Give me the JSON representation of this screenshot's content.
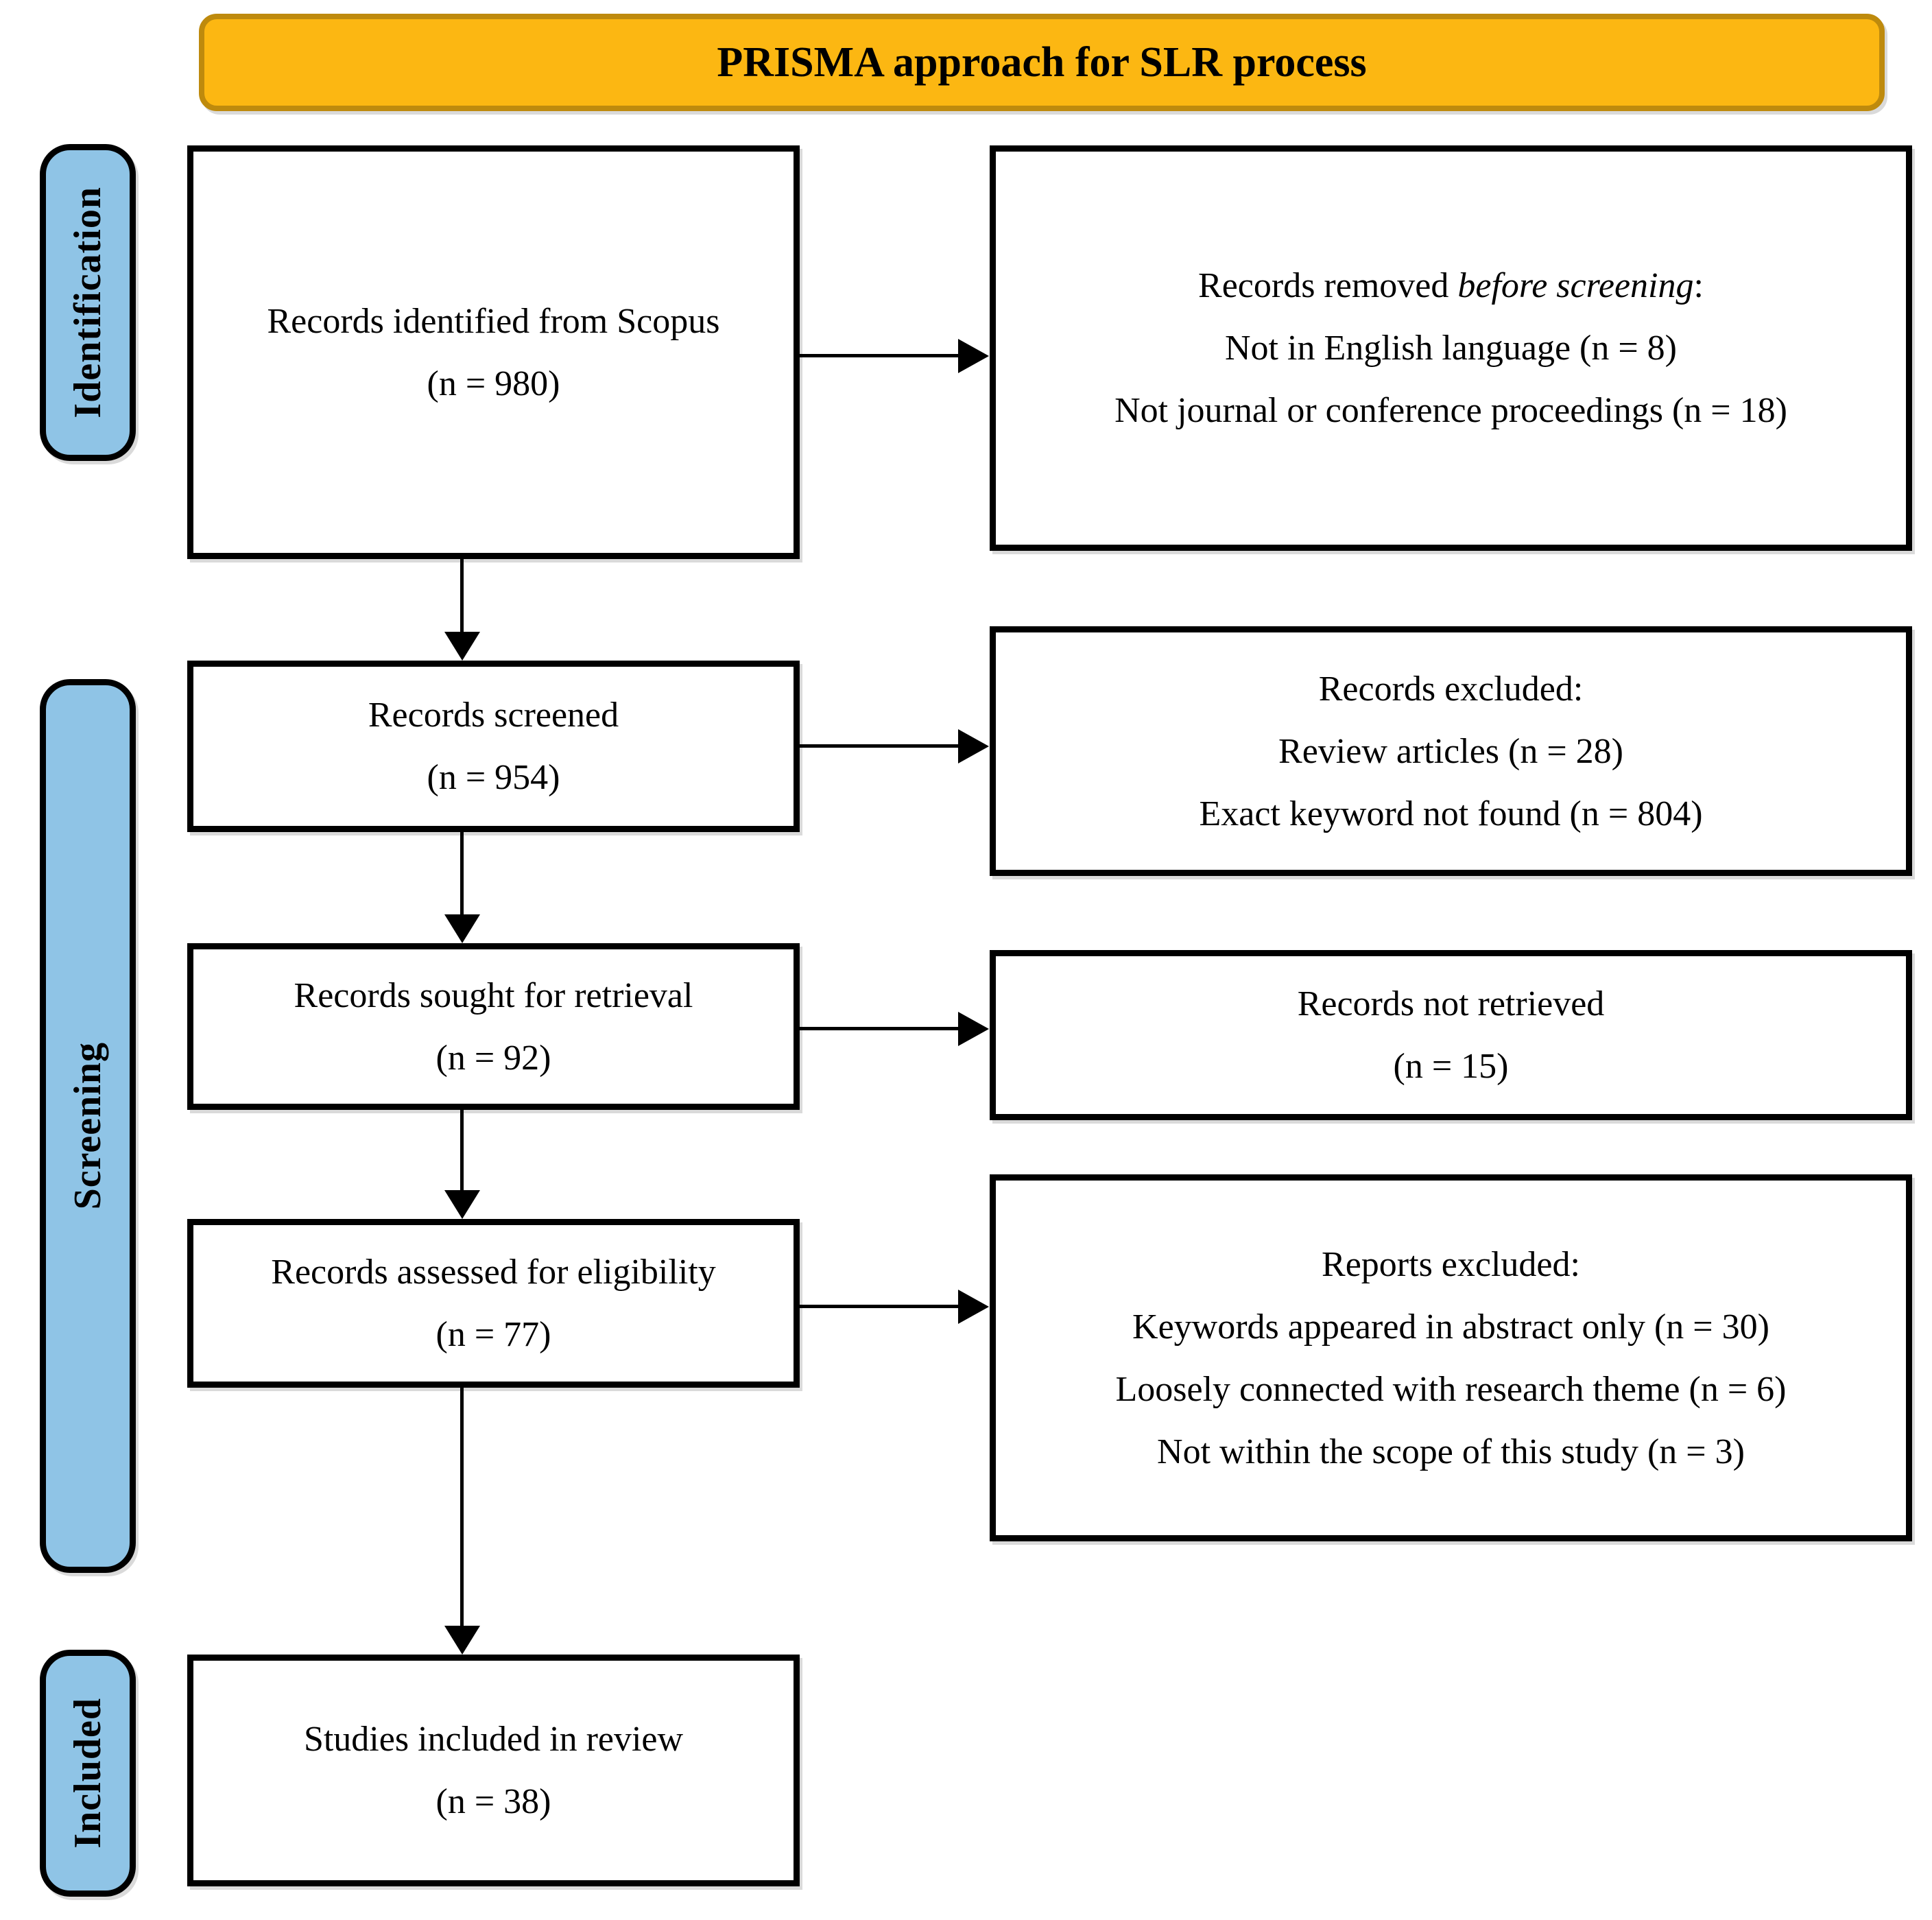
{
  "banner": {
    "title": "PRISMA approach for SLR process"
  },
  "stages": {
    "identification": "Identification",
    "screening": "Screening",
    "included": "Included"
  },
  "boxes": {
    "identified": {
      "title": "Records identified from Scopus",
      "count": "(n = 980)"
    },
    "screened": {
      "title": "Records screened",
      "count": "(n = 954)"
    },
    "retrieval": {
      "title": "Records sought for retrieval",
      "count": "(n = 92)"
    },
    "eligibility": {
      "title": "Records assessed for eligibility",
      "count": "(n = 77)"
    },
    "included_studies": {
      "title": "Studies included in review",
      "count": "(n = 38)"
    },
    "removed": {
      "line1_pre": "Records removed ",
      "line1_italic": "before screening",
      "line1_post": ":",
      "line2": "Not in English language (n = 8)",
      "line3": "Not journal or conference proceedings (n = 18)"
    },
    "excluded_records": {
      "line1": "Records excluded:",
      "line2": "Review articles (n = 28)",
      "line3": "Exact keyword not found (n = 804)"
    },
    "not_retrieved": {
      "line1": "Records not retrieved",
      "line2": "(n = 15)"
    },
    "excluded_reports": {
      "line1": "Reports excluded:",
      "line2": "Keywords appeared in abstract only (n = 30)",
      "line3": "Loosely connected with research theme (n = 6)",
      "line4": "Not within the scope of this study (n = 3)"
    }
  },
  "colors": {
    "banner_fill": "#FCB712",
    "banner_border": "#BE8A0D",
    "stage_fill": "#8FC4E6",
    "box_border": "#000000",
    "arrow": "#000000"
  }
}
